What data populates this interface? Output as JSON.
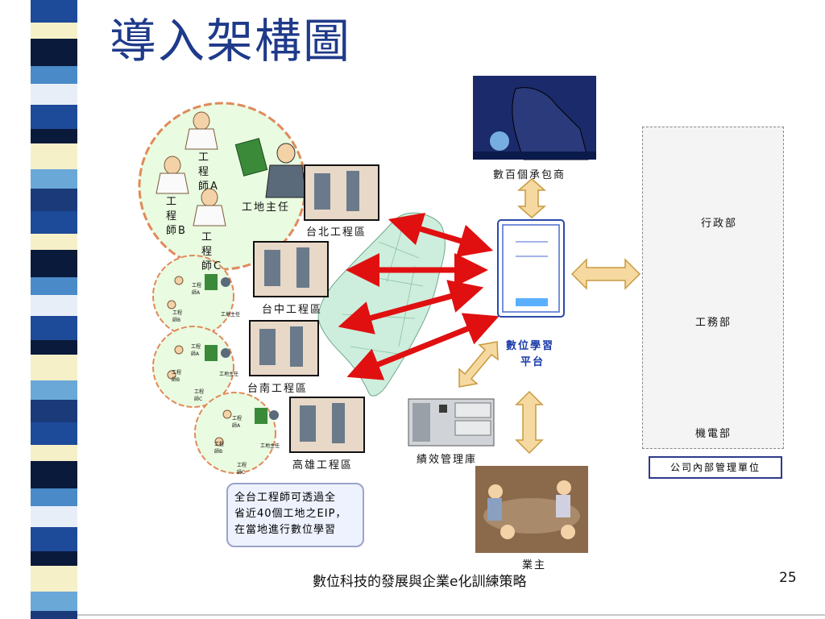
{
  "title": "導入架構圖",
  "footer": {
    "caption": "數位科技的發展與企業e化訓練策略",
    "page_number": "25"
  },
  "engineer_circle": {
    "engineer_a": "工程師A",
    "engineer_b": "工程師B",
    "engineer_c": "工程師C",
    "site_manager": "工地主任"
  },
  "regions": [
    "台北工程區",
    "台中工程區",
    "台南工程區",
    "高雄工程區"
  ],
  "contractors": "數百個承包商",
  "platform": {
    "line1": "數位學習",
    "line2": "平台"
  },
  "performance_db": "績效管理庫",
  "owner": "業主",
  "departments": [
    "行政部",
    "工務部",
    "機電部"
  ],
  "company_units": "公司內部管理單位",
  "note": {
    "line1": "全台工程師可透過全",
    "line2": "省近40個工地之EIP，",
    "line3": "在當地進行數位學習"
  },
  "colors": {
    "title": "#1f3a8a",
    "circle_fill": "#e9fbe0",
    "circle_border": "#e08a5a",
    "arrow_red": "#e01010",
    "arrow_gold": "#f5d9a0",
    "taiwan_fill": "#cdeedd"
  },
  "icons": [
    "welder-clipart",
    "server-tower-icon",
    "database-server-icon",
    "meeting-clipart",
    "office-workers-clipart",
    "hardhat-workers-clipart",
    "computer-workers-clipart",
    "engineer-clipart",
    "taiwan-map",
    "construction-site-clipart"
  ]
}
